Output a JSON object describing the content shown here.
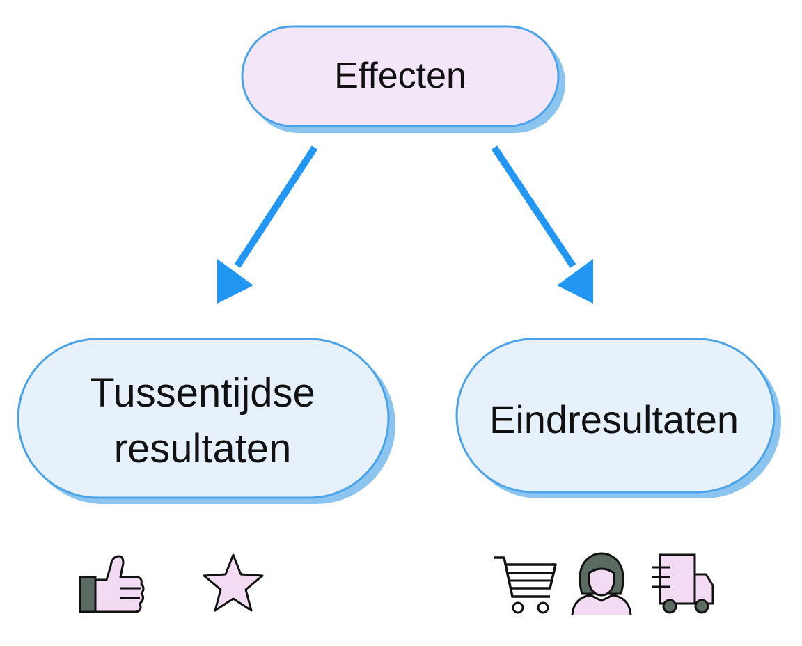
{
  "diagram": {
    "root": {
      "label": "Effecten"
    },
    "children": [
      {
        "label_line1": "Tussentijdse",
        "label_line2": "resultaten",
        "icons": [
          "thumbs-up-icon",
          "star-icon"
        ]
      },
      {
        "label": "Eindresultaten",
        "icons": [
          "shopping-cart-icon",
          "person-icon",
          "delivery-truck-icon"
        ]
      }
    ]
  },
  "colors": {
    "root_fill": "#f4e6f9",
    "node_fill": "#e6f1fc",
    "node_stroke": "#4aa3e8",
    "node_shadow": "#8cc4f0",
    "arrow": "#2196f3",
    "icon_dark": "#5b6b62",
    "icon_pink": "#f3dcf3",
    "icon_outline": "#111111"
  }
}
